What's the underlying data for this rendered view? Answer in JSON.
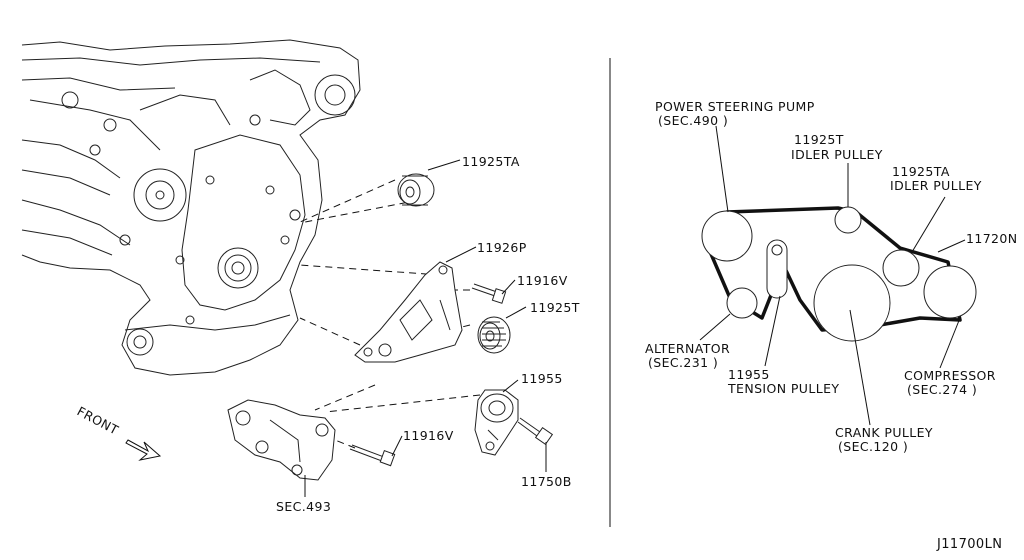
{
  "parts": {
    "p11925ta": "11925TA",
    "p11926p": "11926P",
    "p11916v_top": "11916V",
    "p11925t": "11925T",
    "p11955": "11955",
    "p11916v_bottom": "11916V",
    "p11750b": "11750B",
    "sec493": "SEC.493",
    "front": "FRONT"
  },
  "belt_layout": {
    "power_steering_pump": "POWER STEERING PUMP",
    "power_steering_sec": "(SEC.490 )",
    "idler_t_number": "11925T",
    "idler_t_name": "IDLER PULLEY",
    "idler_ta_number": "11925TA",
    "idler_ta_name": "IDLER PULLEY",
    "belt_number": "11720N",
    "alternator": "ALTERNATOR",
    "alternator_sec": "(SEC.231 )",
    "tension_number": "11955",
    "tension_name": "TENSION PULLEY",
    "compressor": "COMPRESSOR",
    "compressor_sec": "(SEC.274 )",
    "crank": "CRANK PULLEY",
    "crank_sec": "(SEC.120 )"
  },
  "diagram_code": "J11700LN"
}
